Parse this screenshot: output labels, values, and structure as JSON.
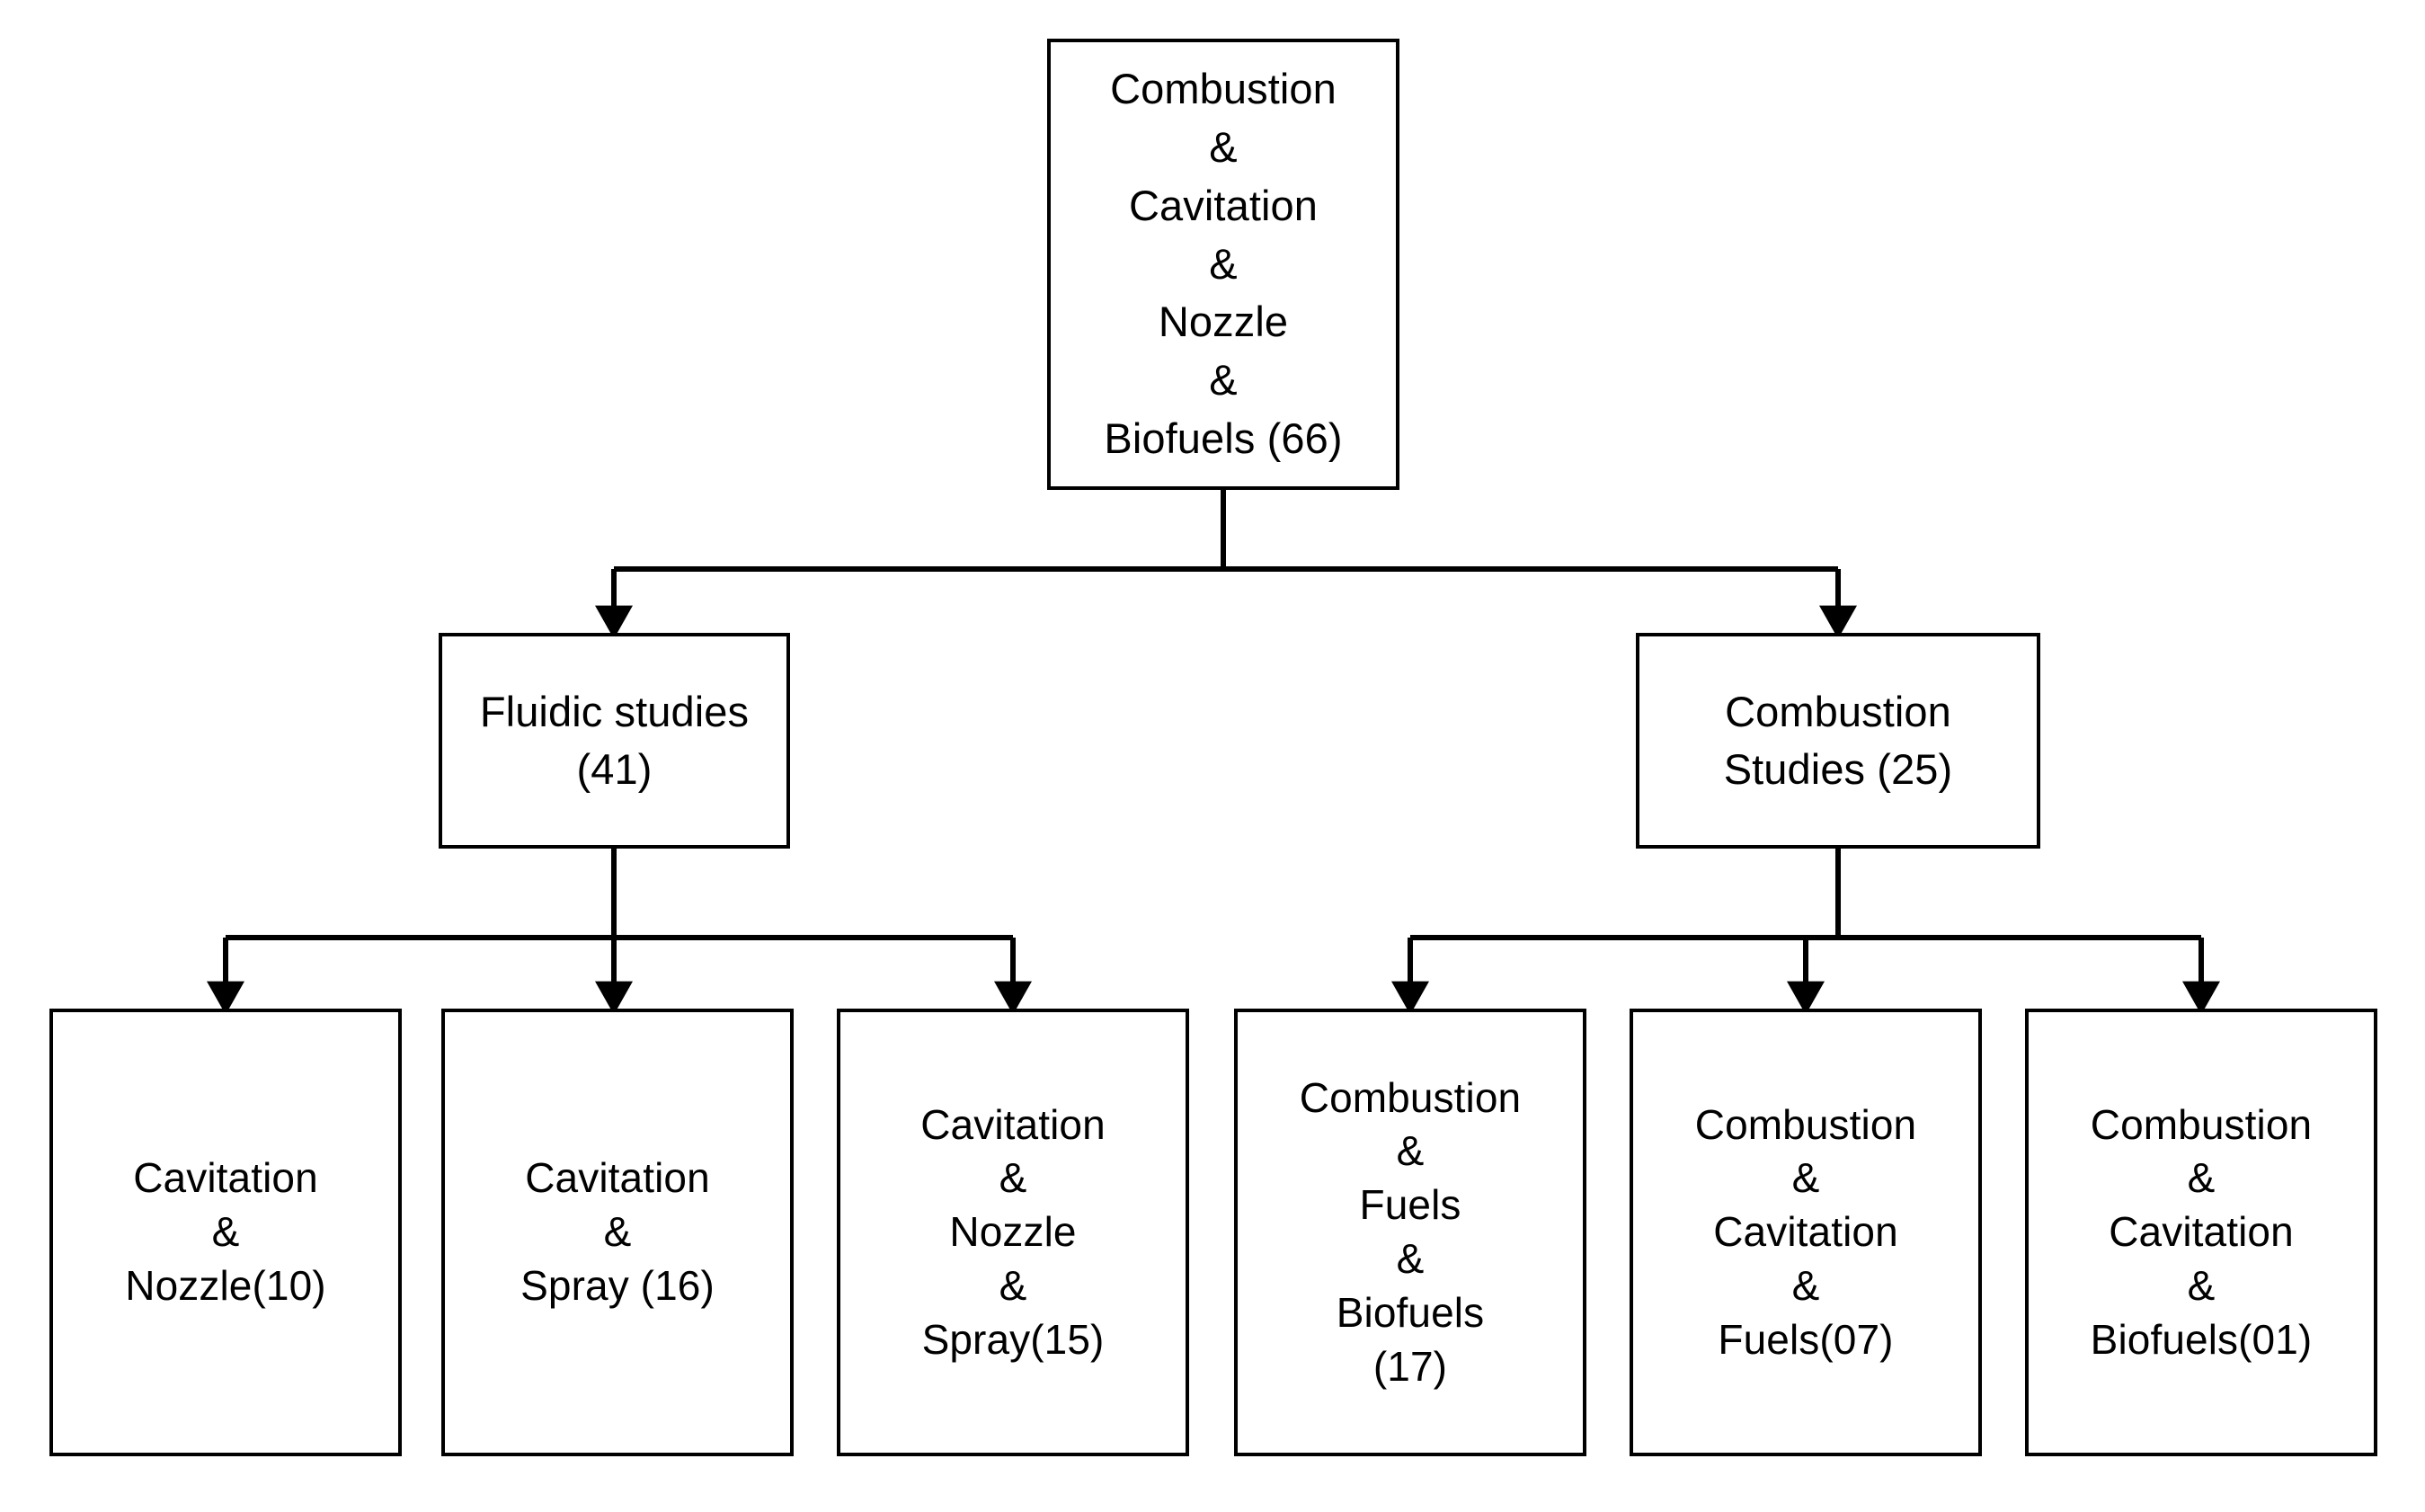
{
  "diagram": {
    "type": "flowchart-tree",
    "orientation": "top-down",
    "background_color": "#ffffff",
    "box_border_color": "#000000",
    "text_color": "#000000",
    "connector_color": "#000000",
    "levels": 3,
    "nodes": {
      "root": {
        "id": "root",
        "label": "Combustion\n&\nCavitation\n&\nNozzle\n&\nBiofuels (66)",
        "count": 66,
        "topics": [
          "Combustion",
          "Cavitation",
          "Nozzle",
          "Biofuels"
        ]
      },
      "fluidic_studies": {
        "id": "fluidic-studies",
        "label": "Fluidic studies\n(41)",
        "count": 41,
        "topics": [
          "Fluidic studies"
        ]
      },
      "combustion_studies": {
        "id": "combustion-studies",
        "label": "Combustion\nStudies (25)",
        "count": 25,
        "topics": [
          "Combustion Studies"
        ]
      },
      "cav_nozzle": {
        "id": "cavitation-nozzle",
        "label": "Cavitation\n&\nNozzle(10)",
        "count": 10,
        "topics": [
          "Cavitation",
          "Nozzle"
        ]
      },
      "cav_spray": {
        "id": "cavitation-spray",
        "label": "Cavitation\n&\nSpray (16)",
        "count": 16,
        "topics": [
          "Cavitation",
          "Spray"
        ]
      },
      "cav_nozzle_spray": {
        "id": "cavitation-nozzle-spray",
        "label": "Cavitation\n&\nNozzle\n&\nSpray(15)",
        "count": 15,
        "topics": [
          "Cavitation",
          "Nozzle",
          "Spray"
        ]
      },
      "comb_fuels_biofuels": {
        "id": "combustion-fuels-biofuels",
        "label": "Combustion\n&\nFuels\n&\nBiofuels\n(17)",
        "count": 17,
        "topics": [
          "Combustion",
          "Fuels",
          "Biofuels"
        ]
      },
      "comb_cav_fuels": {
        "id": "combustion-cavitation-fuels",
        "label": "Combustion\n&\nCavitation\n&\nFuels(07)",
        "count": 7,
        "topics": [
          "Combustion",
          "Cavitation",
          "Fuels"
        ]
      },
      "comb_cav_biofuels": {
        "id": "combustion-cavitation-biofuels",
        "label": "Combustion\n&\nCavitation\n&\nBiofuels(01)",
        "count": 1,
        "topics": [
          "Combustion",
          "Cavitation",
          "Biofuels"
        ]
      }
    },
    "edges": [
      {
        "from": "root",
        "to": "fluidic_studies",
        "style": "orthogonal-arrow"
      },
      {
        "from": "root",
        "to": "combustion_studies",
        "style": "orthogonal-arrow"
      },
      {
        "from": "fluidic_studies",
        "to": "cav_nozzle",
        "style": "orthogonal-arrow"
      },
      {
        "from": "fluidic_studies",
        "to": "cav_spray",
        "style": "orthogonal-arrow"
      },
      {
        "from": "fluidic_studies",
        "to": "cav_nozzle_spray",
        "style": "orthogonal-arrow"
      },
      {
        "from": "combustion_studies",
        "to": "comb_fuels_biofuels",
        "style": "orthogonal-arrow"
      },
      {
        "from": "combustion_studies",
        "to": "comb_cav_fuels",
        "style": "orthogonal-arrow"
      },
      {
        "from": "combustion_studies",
        "to": "comb_cav_biofuels",
        "style": "orthogonal-arrow"
      }
    ]
  }
}
